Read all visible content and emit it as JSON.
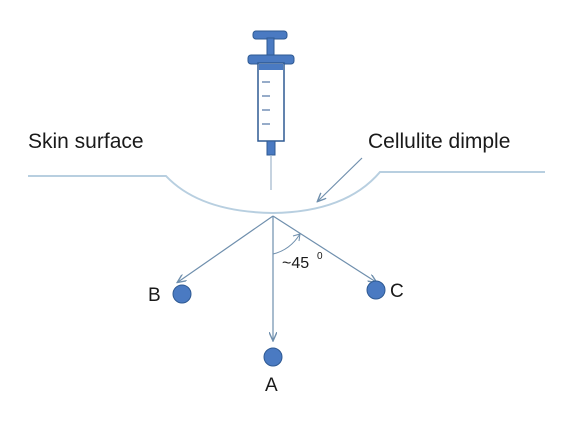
{
  "labels": {
    "skin_surface": "Skin surface",
    "cellulite_dimple": "Cellulite dimple",
    "angle": "~45",
    "angle_unit": "0",
    "point_a": "A",
    "point_b": "B",
    "point_c": "C"
  },
  "icons": {
    "syringe": "syringe-icon"
  },
  "colors": {
    "skin_line": "#b8cfe0",
    "arrow": "#6f8fad",
    "dot_fill": "#4a7ac2",
    "dot_stroke": "#2f5a93",
    "syringe_fill": "#4a7ac2",
    "syringe_stroke": "#2f5a93",
    "text": "#1a1a1a"
  }
}
